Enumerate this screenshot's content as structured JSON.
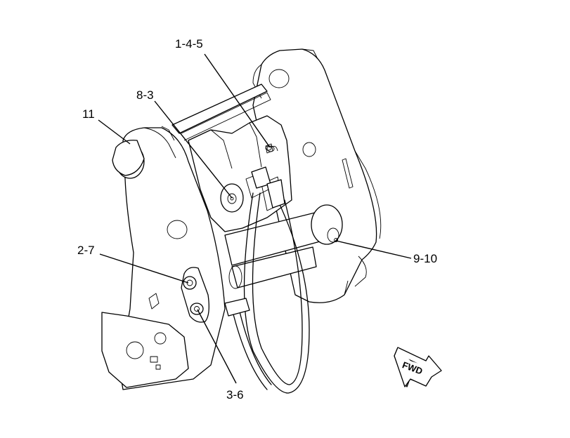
{
  "callouts": {
    "c1": "1-4-5",
    "c2": "8-3",
    "c3": "11",
    "c4": "2-7",
    "c5": "9-10",
    "c6": "3-6"
  },
  "direction_arrow": {
    "label": "FWD"
  },
  "colors": {
    "line": "#000000",
    "background": "#ffffff"
  }
}
